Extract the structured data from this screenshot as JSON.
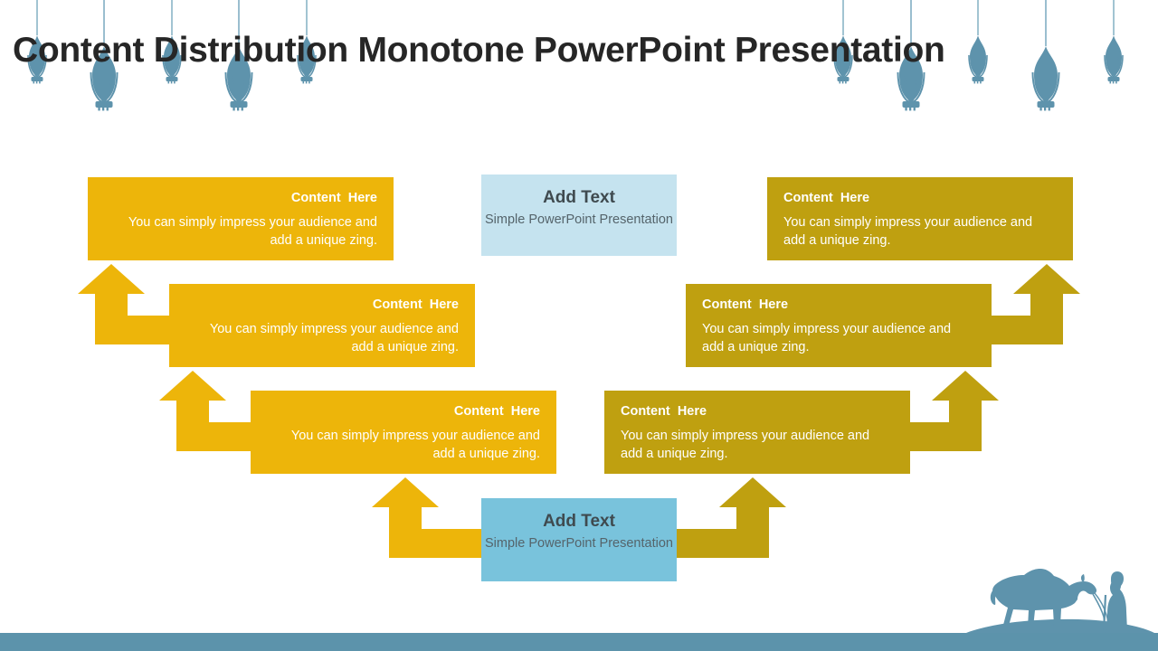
{
  "slide": {
    "title": "Content Distribution Monotone PowerPoint Presentation",
    "background_color": "#FFFFFF",
    "bottom_bar_color": "#5C93AB",
    "accent_gold_left": "#EDB50A",
    "accent_gold_right": "#BFA010",
    "accent_blue_light": "#C5E3EF",
    "accent_blue_mid": "#79C3DC",
    "title_color": "#262626",
    "decor_color": "#5E93AC"
  },
  "left_boxes": [
    {
      "heading": "Content  Here",
      "body": "You can simply impress your audience and add a unique zing.",
      "color": "#EDB50A"
    },
    {
      "heading": "Content  Here",
      "body": "You can simply impress your audience and add a unique zing.",
      "color": "#EDB50A"
    },
    {
      "heading": "Content  Here",
      "body": "You can simply impress your audience and add a unique zing.",
      "color": "#EDB50A"
    }
  ],
  "right_boxes": [
    {
      "heading": "Content  Here",
      "body": "You can simply impress your audience and add a unique zing.",
      "color": "#BFA010"
    },
    {
      "heading": "Content  Here",
      "body": "You can simply impress your audience and add a unique zing.",
      "color": "#BFA010"
    },
    {
      "heading": "Content  Here",
      "body": "You can simply impress your audience and add a unique zing.",
      "color": "#BFA010"
    }
  ],
  "add_text_boxes": [
    {
      "heading": "Add Text",
      "body": "Simple PowerPoint Presentation",
      "color": "#C5E3EF",
      "position": "top-center"
    },
    {
      "heading": "Add Text",
      "body": "Simple PowerPoint Presentation",
      "color": "#79C3DC",
      "position": "bottom-center"
    }
  ],
  "decorations": {
    "lanterns_label": "hanging-lanterns",
    "camel_label": "camel-and-bedouin-silhouette"
  }
}
